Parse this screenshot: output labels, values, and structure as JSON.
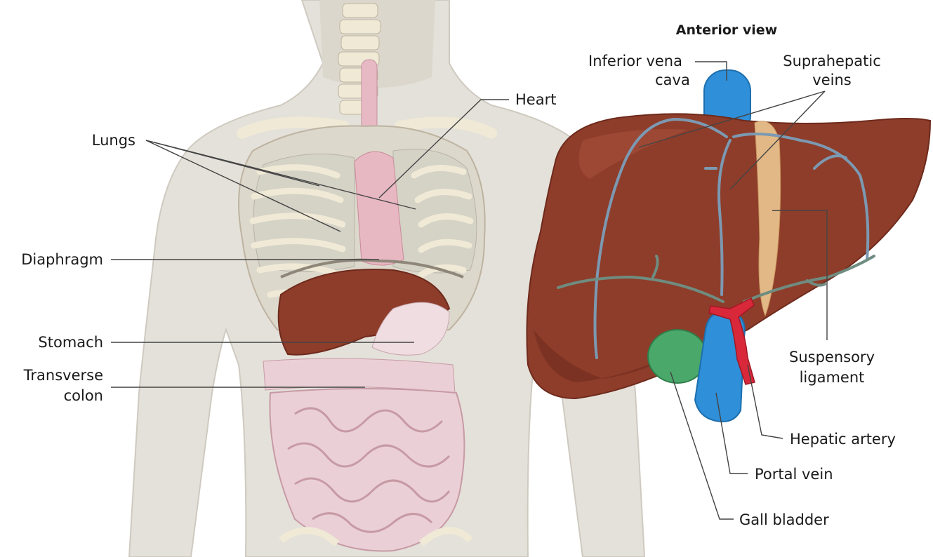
{
  "colors": {
    "background": "#ffffff",
    "body_silhouette": "#e4e1da",
    "bone": "#efe9d6",
    "liver": "#8e3d2a",
    "liver_dark": "#6e2a1c",
    "vena_cava": "#2f8fd8",
    "hepatic_artery": "#d8283a",
    "gall_bladder": "#4aa86a",
    "ligament": "#e2b986",
    "intestine": "#ead0d6",
    "vessel_branch": "#6f8c80"
  },
  "torso": {
    "labels": {
      "lungs": "Lungs",
      "heart": "Heart",
      "diaphragm": "Diaphragm",
      "stomach": "Stomach",
      "transverse_colon_line1": "Transverse",
      "transverse_colon_line2": "colon"
    }
  },
  "liver": {
    "title": "Anterior view",
    "labels": {
      "ivc_line1": "Inferior vena",
      "ivc_line2": "cava",
      "suprahepatic_line1": "Suprahepatic",
      "suprahepatic_line2": "veins",
      "suspensory_line1": "Suspensory",
      "suspensory_line2": "ligament",
      "hepatic_artery": "Hepatic artery",
      "portal_vein": "Portal vein",
      "gall_bladder": "Gall bladder"
    }
  }
}
